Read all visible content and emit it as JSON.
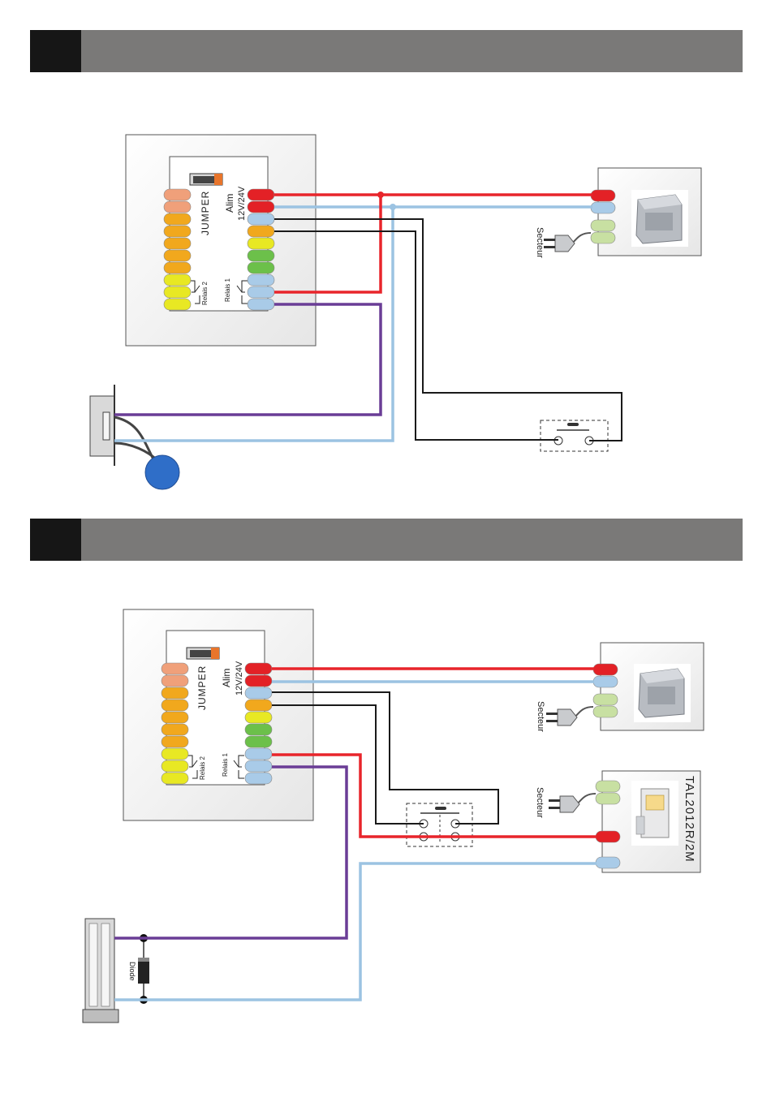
{
  "colors": {
    "header_bar": "#7a7978",
    "header_num": "#161616",
    "wire_red": "#e8252b",
    "wire_blue": "#9cc3e2",
    "wire_black": "#1a1a1a",
    "wire_purple": "#6a3d96",
    "term_salmon": "#f0a07a",
    "term_orange": "#f1a81d",
    "term_yellow": "#e8e823",
    "term_green": "#6cc04a",
    "term_blue": "#a9cbe8",
    "term_red": "#e32126",
    "term_ac": "#c8e0a2",
    "push_button": "#2f6ec8"
  },
  "sections": [
    {
      "header": {
        "number": "",
        "title": ""
      },
      "controller": {
        "jumper_label": "JUMPER",
        "alim_label": "Alim",
        "voltage_label": "12V/24V",
        "relay1_label": "Relais 1",
        "relay2_label": "Relais 2"
      },
      "power_supply": {
        "mains_label": "Secteur"
      }
    },
    {
      "header": {
        "number": "",
        "title": ""
      },
      "controller": {
        "jumper_label": "JUMPER",
        "alim_label": "Alim",
        "voltage_label": "12V/24V",
        "relay1_label": "Relais 1",
        "relay2_label": "Relais 2"
      },
      "power_supply": {
        "mains_label": "Secteur"
      },
      "second_supply": {
        "model_label": "TAL2012R/2M",
        "mains_label": "Secteur"
      },
      "maglock": {
        "diode_label": "Diode"
      }
    }
  ]
}
